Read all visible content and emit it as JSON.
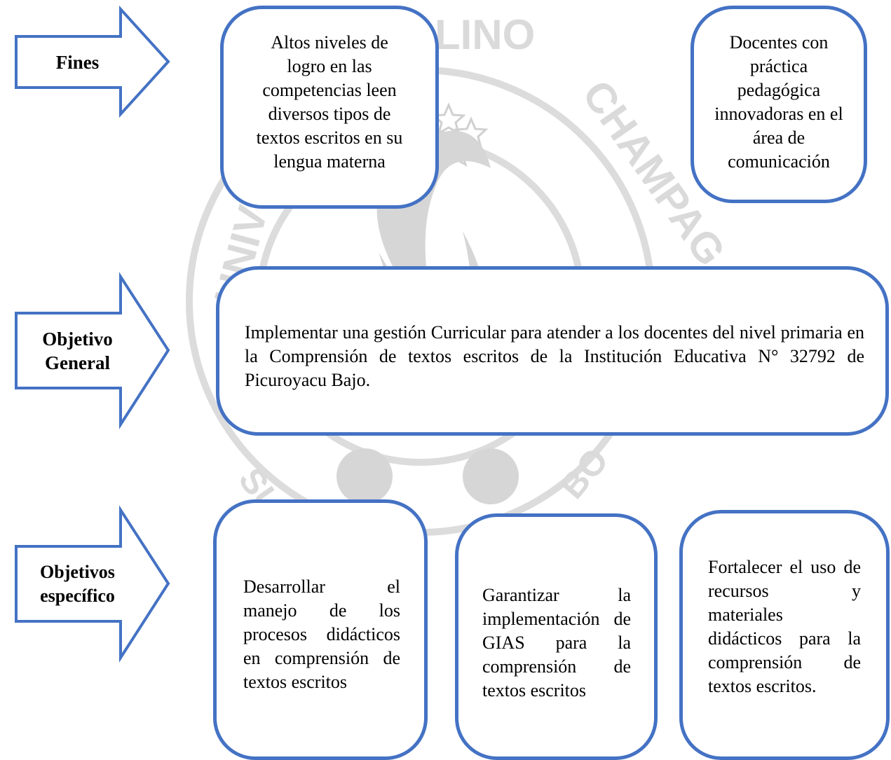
{
  "colors": {
    "border": "#4472c4",
    "watermark": "#d9d9d9"
  },
  "rows": [
    {
      "label": "Fines",
      "boxes": [
        "Altos niveles de logro en las competencias leen diversos tipos de textos escritos en su lengua materna",
        "Docentes con práctica pedagógica innovadoras en el área de comunicación"
      ]
    },
    {
      "label": "Objetivo General",
      "boxes": [
        "Implementar una gestión Curricular para atender a los docentes del nivel primaria en la Comprensión de textos escritos de la Institución Educativa N° 32792 de Picuroyacu Bajo."
      ]
    },
    {
      "label": "Objetivos específico",
      "boxes": [
        "Desarrollar el manejo de los procesos didácticos en comprensión de textos escritos",
        "Garantizar la implementación de GIAS para la comprensión de textos escritos",
        "Fortalecer el uso de recursos y materiales didácticos para la comprensión de textos escritos."
      ]
    }
  ]
}
